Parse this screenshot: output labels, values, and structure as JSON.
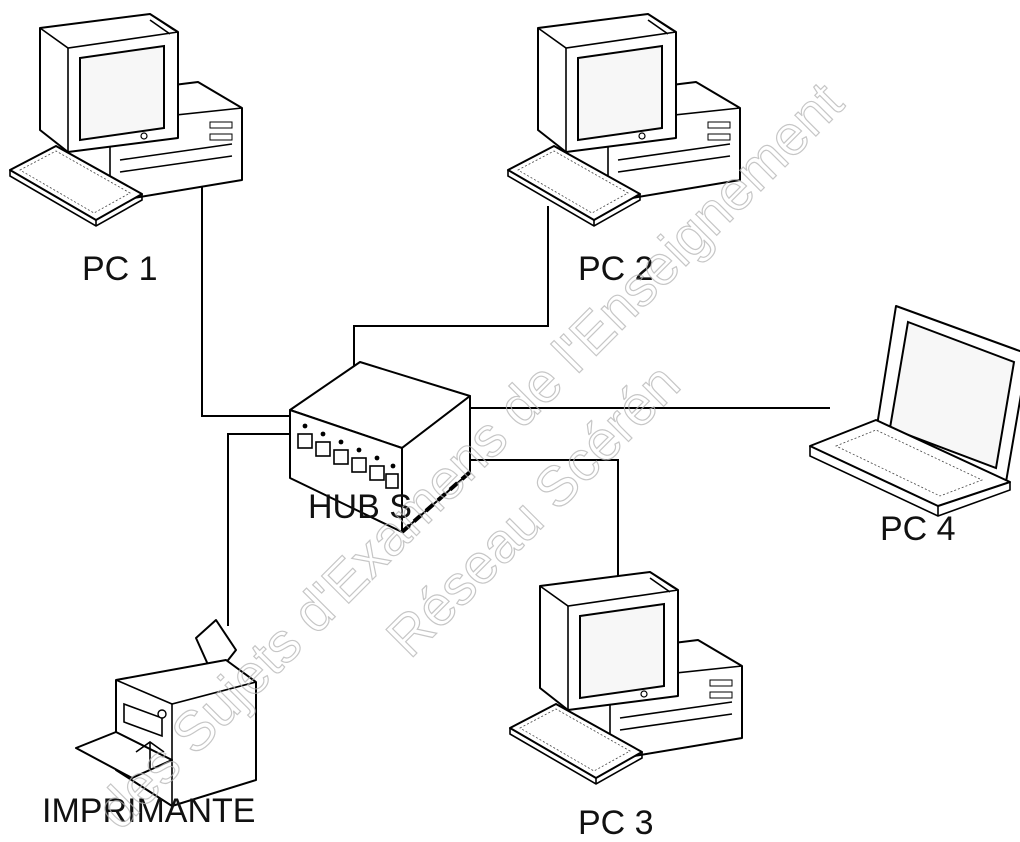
{
  "diagram": {
    "nodes": {
      "pc1": {
        "label": "PC 1",
        "icon": "desktop-computer-icon"
      },
      "pc2": {
        "label": "PC 2",
        "icon": "desktop-computer-icon"
      },
      "pc3": {
        "label": "PC 3",
        "icon": "desktop-computer-icon"
      },
      "pc4": {
        "label": "PC 4",
        "icon": "laptop-icon"
      },
      "hub": {
        "label": "HUB S",
        "icon": "network-hub-icon"
      },
      "printer": {
        "label": "IMPRIMANTE",
        "icon": "printer-icon"
      }
    },
    "connections": [
      {
        "from": "pc1",
        "to": "hub"
      },
      {
        "from": "pc2",
        "to": "hub"
      },
      {
        "from": "pc3",
        "to": "hub"
      },
      {
        "from": "pc4",
        "to": "hub"
      },
      {
        "from": "printer",
        "to": "hub"
      }
    ]
  },
  "watermark": {
    "line1": "des Sujets d'Examens de l'Enseignement",
    "line2": "Réseau Scérén"
  }
}
